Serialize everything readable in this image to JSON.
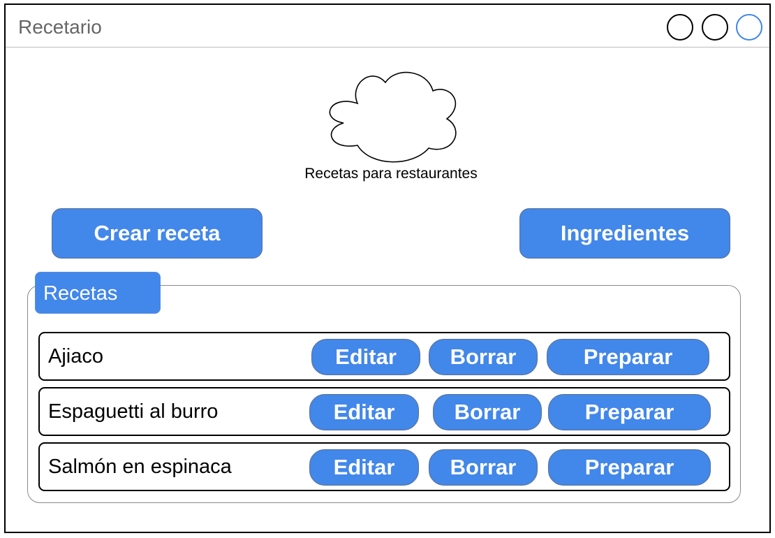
{
  "window": {
    "title": "Recetario",
    "accent_color": "#3f86e6"
  },
  "header": {
    "logo_icon": "cloud-logo-icon",
    "subtitle": "Recetas para restaurantes"
  },
  "actions": {
    "create_label": "Crear receta",
    "ingredients_label": "Ingredientes",
    "button_color": "#4287ea"
  },
  "recipes": {
    "tab_label": "Recetas",
    "items": [
      {
        "name": "Ajiaco",
        "edit": "Editar",
        "delete": "Borrar",
        "prepare": "Preparar"
      },
      {
        "name": "Espaguetti al burro",
        "edit": "Editar",
        "delete": "Borrar",
        "prepare": "Preparar"
      },
      {
        "name": "Salmón en espinaca",
        "edit": "Editar",
        "delete": "Borrar",
        "prepare": "Preparar"
      }
    ]
  }
}
